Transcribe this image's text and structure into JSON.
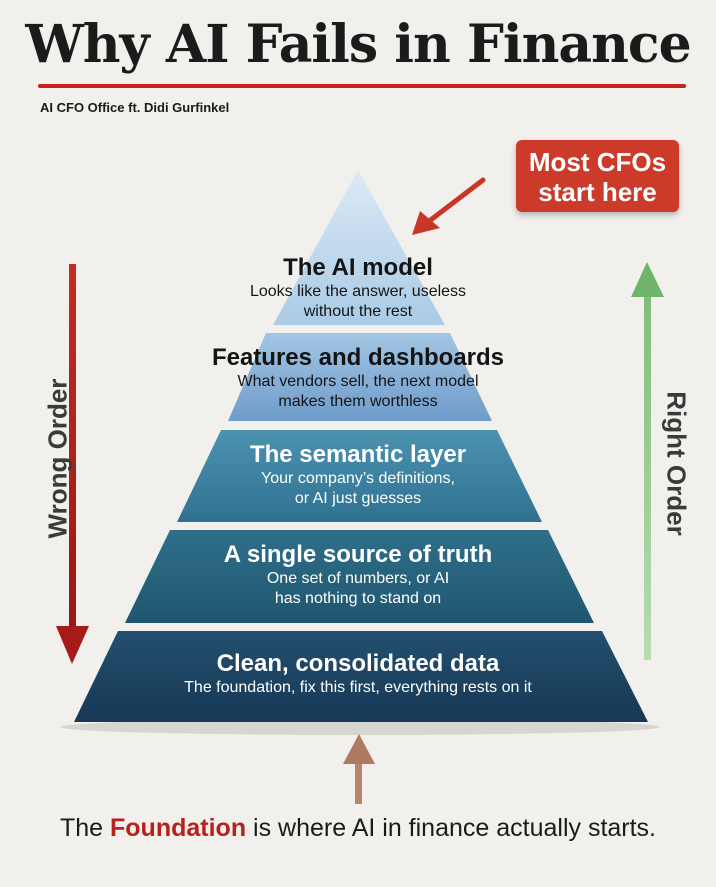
{
  "title": "Why AI Fails in Finance",
  "byline": "AI CFO Office ft. Didi Gurfinkel",
  "callout": {
    "line1": "Most CFOs",
    "line2": "start here"
  },
  "side_labels": {
    "left": "Wrong Order",
    "right": "Right Order"
  },
  "tiers": [
    {
      "heading": "The AI model",
      "desc1": "Looks like the answer, useless",
      "desc2": "without the rest"
    },
    {
      "heading": "Features and dashboards",
      "desc1": "What vendors sell, the next model",
      "desc2": "makes them worthless"
    },
    {
      "heading": "The semantic layer",
      "desc1": "Your company’s definitions,",
      "desc2": "or AI just guesses"
    },
    {
      "heading": "A single source of truth",
      "desc1": "One set of numbers, or AI",
      "desc2": "has nothing to stand on"
    },
    {
      "heading": "Clean, consolidated data",
      "desc1": "The foundation, fix this first, everything rests on it",
      "desc2": ""
    }
  ],
  "footer": {
    "before": "The ",
    "highlight": "Foundation",
    "after": " is where AI in finance actually starts."
  },
  "colors": {
    "title_rule": "#c8201b",
    "callout": "#cc3a2a",
    "wrong_arrow": "#b3201c",
    "right_arrow": "#8ec98a",
    "up_arrow": "#b9826a",
    "tiers": [
      "#b8d4ea",
      "#8fb6d9",
      "#3e85a3",
      "#2a6780",
      "#1e4462"
    ]
  },
  "icons": {
    "callout_arrow": "arrow-down-left-icon",
    "wrong_arrow": "arrow-down-icon",
    "right_arrow": "arrow-up-icon",
    "bottom_arrow": "arrow-up-icon"
  }
}
